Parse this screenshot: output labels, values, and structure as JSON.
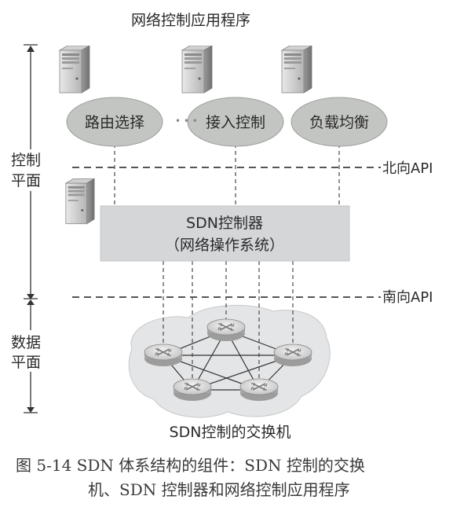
{
  "title": "网络控制应用程序",
  "apps": [
    "路由选择",
    "接入控制",
    "负载均衡"
  ],
  "apps_ellipsis": "• • •",
  "northbound_api": "北向API",
  "southbound_api": "南向API",
  "control_plane": [
    "控制",
    "平面"
  ],
  "data_plane": [
    "数据",
    "平面"
  ],
  "controller": {
    "line1": "SDN控制器",
    "line2": "（网络操作系统）"
  },
  "switches_label": "SDN控制的交换机",
  "caption": {
    "line1": "图 5-14   SDN 体系结构的组件：SDN 控制的交换",
    "line2": "机、SDN 控制器和网络控制应用程序"
  },
  "colors": {
    "ellipse": "#c3c5c2",
    "controller_box": "#d5d6d8",
    "cloud": "#e4e5e6",
    "dashes": "#555555"
  }
}
